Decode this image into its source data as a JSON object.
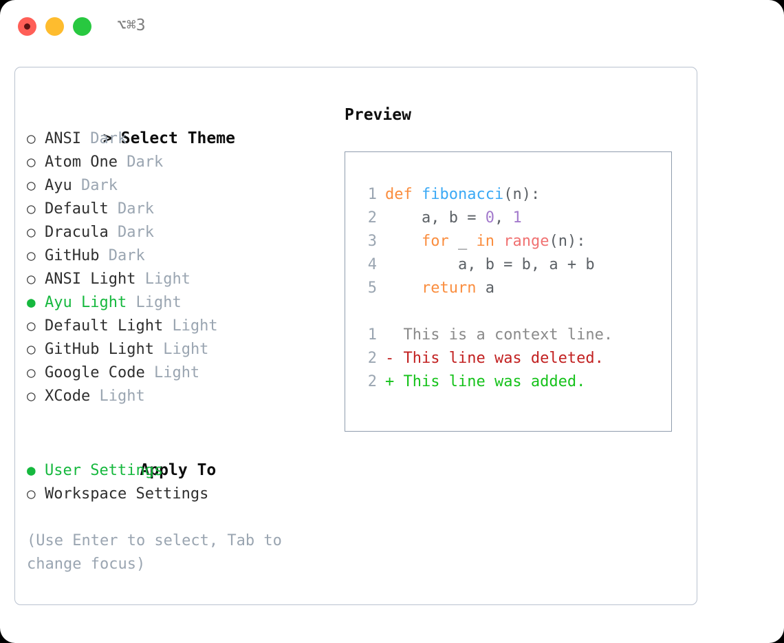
{
  "titlebar": {
    "shortcut": "⌥⌘3",
    "buttons": [
      {
        "name": "close",
        "color": "#ff5f57"
      },
      {
        "name": "minimize",
        "color": "#febc2e"
      },
      {
        "name": "maximize",
        "color": "#28c840"
      }
    ]
  },
  "theme_section": {
    "caret": ">",
    "heading": "Select Theme",
    "items": [
      {
        "marker": "○",
        "label": "ANSI",
        "tag": "Dark",
        "selected": false
      },
      {
        "marker": "○",
        "label": "Atom One",
        "tag": "Dark",
        "selected": false
      },
      {
        "marker": "○",
        "label": "Ayu",
        "tag": "Dark",
        "selected": false
      },
      {
        "marker": "○",
        "label": "Default",
        "tag": "Dark",
        "selected": false
      },
      {
        "marker": "○",
        "label": "Dracula",
        "tag": "Dark",
        "selected": false
      },
      {
        "marker": "○",
        "label": "GitHub",
        "tag": "Dark",
        "selected": false
      },
      {
        "marker": "○",
        "label": "ANSI Light",
        "tag": "Light",
        "selected": false
      },
      {
        "marker": "●",
        "label": "Ayu Light",
        "tag": "Light",
        "selected": true
      },
      {
        "marker": "○",
        "label": "Default Light",
        "tag": "Light",
        "selected": false
      },
      {
        "marker": "○",
        "label": "GitHub Light",
        "tag": "Light",
        "selected": false
      },
      {
        "marker": "○",
        "label": "Google Code",
        "tag": "Light",
        "selected": false
      },
      {
        "marker": "○",
        "label": "XCode",
        "tag": "Light",
        "selected": false
      }
    ]
  },
  "apply_section": {
    "heading": "Apply To",
    "items": [
      {
        "marker": "●",
        "label": "User Settings",
        "selected": true
      },
      {
        "marker": "○",
        "label": "Workspace Settings",
        "selected": false
      }
    ]
  },
  "hint": "(Use Enter to select, Tab to change focus)",
  "preview": {
    "title": "Preview",
    "code_lines": [
      {
        "n": "1",
        "tokens": [
          {
            "t": "def ",
            "c": "kw"
          },
          {
            "t": "fibonacci",
            "c": "fn"
          },
          {
            "t": "(n):",
            "c": "pun"
          }
        ]
      },
      {
        "n": "2",
        "tokens": [
          {
            "t": "    a, b = ",
            "c": "id"
          },
          {
            "t": "0",
            "c": "num"
          },
          {
            "t": ", ",
            "c": "id"
          },
          {
            "t": "1",
            "c": "num"
          }
        ]
      },
      {
        "n": "3",
        "tokens": [
          {
            "t": "    ",
            "c": "id"
          },
          {
            "t": "for",
            "c": "kw"
          },
          {
            "t": " _ ",
            "c": "id"
          },
          {
            "t": "in",
            "c": "kw"
          },
          {
            "t": " ",
            "c": "id"
          },
          {
            "t": "range",
            "c": "bi"
          },
          {
            "t": "(n):",
            "c": "pun"
          }
        ]
      },
      {
        "n": "4",
        "tokens": [
          {
            "t": "        a, b = b, a + b",
            "c": "id"
          }
        ]
      },
      {
        "n": "5",
        "tokens": [
          {
            "t": "    ",
            "c": "id"
          },
          {
            "t": "return",
            "c": "kw"
          },
          {
            "t": " a",
            "c": "id"
          }
        ]
      }
    ],
    "diff_lines": [
      {
        "n": "1",
        "sign": " ",
        "text": "This is a context line.",
        "kind": "d-ctx"
      },
      {
        "n": "2",
        "sign": "-",
        "text": "This line was deleted.",
        "kind": "d-del"
      },
      {
        "n": "2",
        "sign": "+",
        "text": "This line was added.",
        "kind": "d-add"
      }
    ]
  },
  "colors": {
    "accent_green": "#16b83e",
    "muted": "#9aa5b1",
    "keyword": "#fa8d3e",
    "function": "#3ba9f5",
    "builtin": "#f07171",
    "number": "#a37acc",
    "diff_added": "#16c21b",
    "diff_deleted": "#c22121"
  }
}
